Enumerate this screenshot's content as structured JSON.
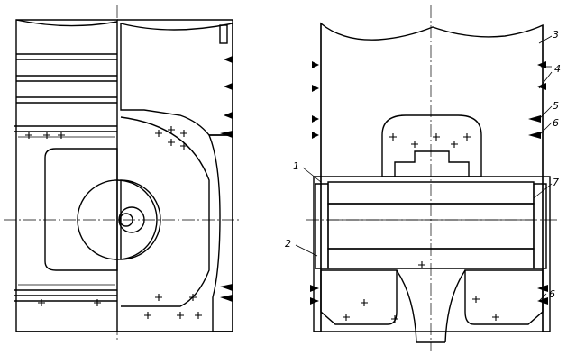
{
  "callouts": {
    "c1": "1",
    "c2": "2",
    "c3": "3",
    "c4": "4",
    "c5": "5",
    "c6a": "6",
    "c6b": "6",
    "c7": "7"
  }
}
